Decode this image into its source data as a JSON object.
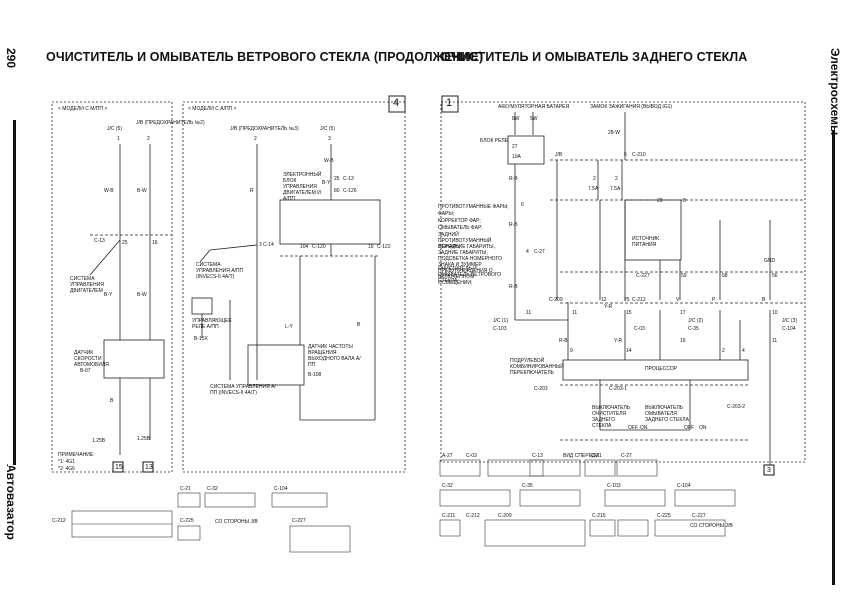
{
  "page": {
    "number": "290",
    "side_top": "Электросхемы",
    "side_bottom": "Автовазатор",
    "title_left": "ОЧИСТИТЕЛЬ И ОМЫВАТЕЛЬ ВЕТРОВОГО СТЕКЛА (ПРОДОЛЖЕНИЕ)",
    "title_right": "ОЧИСТИТЕЛЬ И ОМЫВАТЕЛЬ ЗАДНЕГО СТЕКЛА"
  },
  "left": {
    "box_label": "4",
    "models_mt": "< МОДЕЛИ С М/ПП >",
    "models_at": "< МОДЕЛИ С А/ПП >",
    "jc5_a": "J/C (5)",
    "jb2": "J/B (ПРЕДОХРАНИТЕЛЬ №2)",
    "jb3": "J/B (ПРЕДОХРАНИТЕЛЬ №3)",
    "jc5_b": "J/C (5)",
    "pin_a": "1",
    "pin_b": "2",
    "pin_c": "2",
    "pin_d": "3",
    "wb": "W-B",
    "bw": "B-W",
    "r": "R",
    "wb2": "W-B",
    "c13": "C-13",
    "c126": "C-126",
    "n25a": "25",
    "n80": "80",
    "ecu_engine": "ЭЛЕКТРОННЫЙ БЛОК УПРАВЛЕНИЯ ДВИГАТЕЛЕМ И А/ПП",
    "by": "B-Y",
    "c13b": "C-13",
    "n25": "25",
    "n16": "16",
    "sys_engine": "СИСТЕМА УПРАВЛЕНИЯ ДВИГАТЕЛЕМ",
    "by2": "B-Y",
    "bw2": "B-W",
    "c14": "C-14",
    "n3": "3",
    "sys_at": "СИСТЕМА УПРАВЛЕНИЯ А/ПП (INVECS-II 4A/T)",
    "n104": "104",
    "c120": "C-120",
    "n16b": "16",
    "c122": "C-122",
    "relay_at": "УПРАВЛЯЮЩЕЕ РЕЛЕ А/ПП",
    "b15x": "B-15X",
    "ly": "L-Y",
    "sensor_out": "ДАТЧИК ЧАСТОТЫ ВРАЩЕНИЯ ВЫХОДНОГО ВАЛА А/ПП",
    "b108": "B-108",
    "speed_sensor": "ДАТЧИК СКОРОСТИ АВТОМОБИЛЯ",
    "b07": "B-07",
    "sys_at2": "СИСТЕМА УПРАВЛЕНИЯ А/ПП (INVECS-II 4A/T)",
    "b": "B",
    "b2": "B",
    "g125": "1.25B",
    "g125b": "1.25B",
    "note_title": "ПРИМЕЧАНИЕ:",
    "note1": "*1: 4G1",
    "note2": "*2: 4G6",
    "gnd1": "15",
    "gnd2": "13",
    "conn_c212": "C-212",
    "conn_c21": "C-21",
    "conn_c32": "C-32",
    "conn_c104": "C-104",
    "conn_c225": "C-225",
    "conn_c227": "C-227",
    "jb_side": "СО СТОРОНЫ J/B"
  },
  "right": {
    "box_label": "1",
    "battery": "АККУМУЛЯТОРНАЯ БАТАРЕЯ",
    "ign": "ЗАМОК ЗАЖИГАНИЯ (ВЫВОД IG1)",
    "w8": "8W",
    "w5": "5W",
    "relay_block": "БЛОК РЕЛЕ",
    "f27": "27",
    "a10": "10A",
    "w28": "28-W",
    "n6": "6",
    "c210": "C-210",
    "jb": "J/B",
    "f2a": "2",
    "f2b": "2",
    "a75a": "7.5A",
    "a75b": "7.5A",
    "rb": "R-B",
    "g20": "20",
    "g8": "8",
    "list": [
      "ПРОТИВОТУМАННЫЕ ФАРЫ;",
      "ФАРЫ;",
      "КОРРЕКТОР ФАР;",
      "ОМЫВАТЕЛЬ ФАР;",
      "ЗАДНИЙ ПРОТИВОТУМАННЫЙ ФОНАРЬ;",
      "ПЕРЕДНИЕ ГАБАРИТЫ, ЗАДНИЕ ГАБАРИТЫ, ПОДСВЕТКА НОМЕРНОГО ЗНАКА И ЗУММЕР ПРЕДУПРЕЖДЕНИЯ О ВКЛЮЧЕННОМ ОСВЕЩЕНИИ;",
      "ОЧИСТИТЕЛЬ И ОМЫВАТЕЛЬ ВЕТРОВОГО СТЕКЛА"
    ],
    "n6b": "6",
    "rb2": "R-B",
    "n4": "4",
    "c27": "C-27",
    "power_src": "ИСТОЧНИК ПИТАНИЯ",
    "c227": "C-227",
    "n59": "59",
    "n68": "68",
    "gnd": "GND",
    "n56": "56",
    "rb3": "R-B",
    "c209": "C-209",
    "n12": "12",
    "n25": "25",
    "c212": "C-212",
    "v": "V",
    "p": "P",
    "bb": "B",
    "jc1": "J/C (1)",
    "c103": "C-103",
    "n11": "11",
    "yr": "Y-R",
    "n15": "15",
    "c03": "C-03",
    "n17": "17",
    "jc2": "J/C (2)",
    "c35": "C-35",
    "n10": "10",
    "jc3": "J/C (3)",
    "c104": "C-104",
    "n11b": "11",
    "n9": "9",
    "n14": "14",
    "n16": "16",
    "n2": "2",
    "n4b": "4",
    "n11c": "11",
    "rb4": "R-B",
    "yr2": "Y-R",
    "combo": "ПОДРУЛЕВОЙ КОМБИНИРОВАННЫЙ ПЕРЕКЛЮЧАТЕЛЬ",
    "cpu": "ПРОЦЕССОР",
    "c203": "C-203",
    "c2031": "C-203-1",
    "c2032": "C-203-2",
    "sw_wiper": "ВЫКЛЮЧАТЕЛЬ ОЧИСТИТЕЛЯ ЗАДНЕГО СТЕКЛА",
    "sw_washer": "ВЫКЛЮЧАТЕЛЬ ОМЫВАТЕЛЯ ЗАДНЕГО СТЕКЛА",
    "off": "OFF",
    "on": "ON",
    "off2": "OFF",
    "on2": "ON",
    "gnd3": "3",
    "conn": [
      "A-27",
      "C-03",
      "C-13",
      "ВИД СПЕРЕДИ",
      "C-21",
      "C-27",
      "C-32",
      "C-35",
      "C-103",
      "C-104",
      "C-209",
      "C-211",
      "C-212",
      "C-215",
      "C-225",
      "C-227"
    ],
    "jb_side": "СО СТОРОНЫ J/B",
    "front_view": "ВИД СПЕРЕДИ"
  }
}
